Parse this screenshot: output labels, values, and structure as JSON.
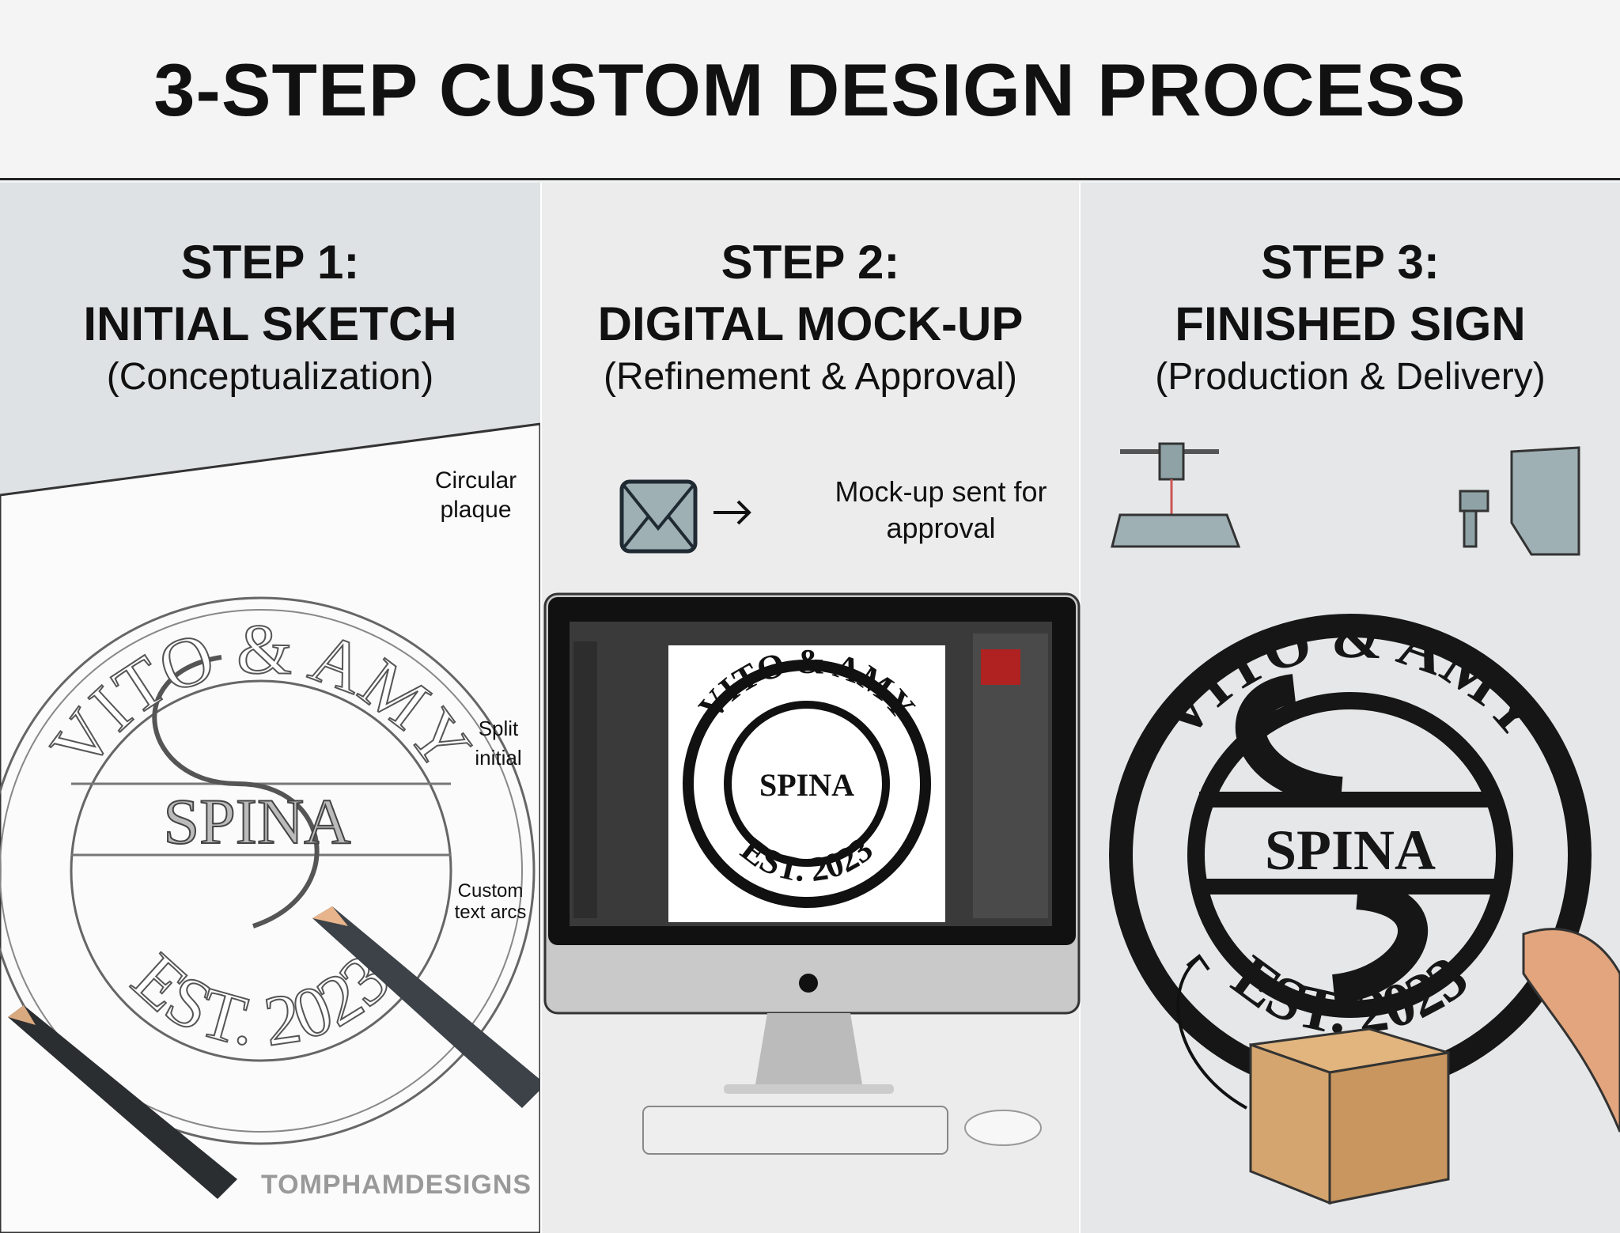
{
  "title": "3-STEP CUSTOM DESIGN PROCESS",
  "steps": [
    {
      "step": "STEP 1:",
      "name": "INITIAL SKETCH",
      "subtitle": "(Conceptualization)",
      "annotations": {
        "plaque": "Circular plaque",
        "initial": "Split initial",
        "arcs": "Custom text arcs"
      }
    },
    {
      "step": "STEP 2:",
      "name": "DIGITAL MOCK-UP",
      "subtitle": "(Refinement & Approval)",
      "note": "Mock-up sent for approval"
    },
    {
      "step": "STEP 3:",
      "name": "FINISHED SIGN",
      "subtitle": "(Production & Delivery)"
    }
  ],
  "sign": {
    "top": "VITO & AMY",
    "center": "SPINA",
    "bottom": "EST. 2023"
  },
  "watermark": "TOMPHAMDESIGNS",
  "colors": {
    "ink": "#111111",
    "accent": "#9aabb0",
    "box": "#d4a56e"
  }
}
